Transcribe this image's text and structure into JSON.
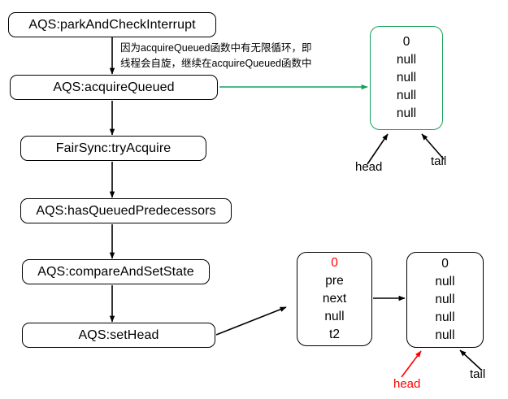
{
  "diagram": {
    "title": "AQS fair lock acquire flow",
    "background": "#ffffff",
    "colors": {
      "stroke": "#000000",
      "green": "#16a05a",
      "red": "#ff0000"
    }
  },
  "flow": {
    "steps": [
      {
        "label": "AQS:parkAndCheckInterrupt"
      },
      {
        "label": "AQS:acquireQueued"
      },
      {
        "label": "FairSync:tryAcquire"
      },
      {
        "label": "AQS:hasQueuedPredecessors"
      },
      {
        "label": "AQS:compareAndSetState"
      },
      {
        "label": "AQS:setHead"
      }
    ]
  },
  "annotation": {
    "line1": "因为acquireQueued函数中有无限循环，即",
    "line2": "线程会自旋，继续在acquireQueued函数中"
  },
  "queue_top": {
    "node": {
      "cells": [
        "0",
        "null",
        "null",
        "null",
        "null"
      ]
    },
    "pointers": {
      "head": "head",
      "tail": "tail"
    }
  },
  "queue_bottom": {
    "node_left": {
      "cells": [
        "0",
        "pre",
        "next",
        "null",
        "t2"
      ],
      "highlight_index": 0
    },
    "node_right": {
      "cells": [
        "0",
        "null",
        "null",
        "null",
        "null"
      ]
    },
    "pointers": {
      "head": "head",
      "tail": "tail"
    }
  }
}
